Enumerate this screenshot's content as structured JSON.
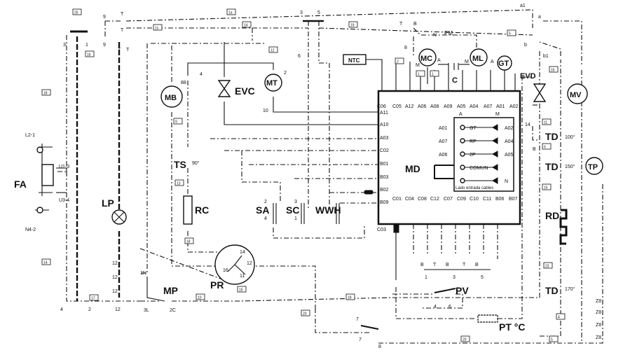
{
  "components": {
    "FA": "FA",
    "LP": "LP",
    "MB": "MB",
    "EVC": "EVC",
    "MT": "MT",
    "NTC": "NTC",
    "MC": "MC",
    "ML": "ML",
    "GT": "GT",
    "EVD": "EVD",
    "MV": "MV",
    "TP": "TP",
    "MD": "MD",
    "TS": "TS",
    "RC": "RC",
    "SA": "SA",
    "SC": "SC",
    "WWH": "WWH",
    "PR": "PR",
    "MP": "MP",
    "PV": "PV",
    "PT": "PT °C",
    "TD": "TD",
    "RD": "RD",
    "C": "C",
    "PM": "PM"
  },
  "temps": {
    "ts": "90°",
    "td1": "100°",
    "td2": "150°",
    "td3": "170°"
  },
  "module_pins": {
    "left": [
      "A11",
      "A10",
      "A03",
      "C02",
      "B01",
      "B03",
      "B02",
      "B09"
    ],
    "top": [
      "C06",
      "C05",
      "A12",
      "A06",
      "A08",
      "A09",
      "A05",
      "A04",
      "A07",
      "A01",
      "A02"
    ],
    "bottom": [
      "C01",
      "C04",
      "C08",
      "C12",
      "C07",
      "C09",
      "C10",
      "C11",
      "B06",
      "B07"
    ],
    "C03": "C03"
  },
  "inner_panel": {
    "col_a": "A",
    "col_m": "M",
    "rows": [
      {
        "left": "A01",
        "label": "GT",
        "right": "A02"
      },
      {
        "left": "A07",
        "label": "RP",
        "right": "A04"
      },
      {
        "left": "A06",
        "label": "2P",
        "right": "A05"
      },
      {
        "left": "",
        "label": "COMUN",
        "right": ""
      },
      {
        "left": "",
        "label": "",
        "right": "N"
      }
    ],
    "caption": "Lado entrada cables"
  },
  "fa_terminals": {
    "l2": "L2-1",
    "u1": "U1-3",
    "u3": "U3-4",
    "n4": "N4-2"
  },
  "pr_terminals": {
    "t14": "14",
    "t16": "16",
    "t12": "12",
    "t11": "11"
  },
  "mp_terminals": {
    "t1n": "1N",
    "t3l": "3L",
    "t2c": "2C"
  },
  "pv_terminals": {
    "t4": "4",
    "t6": "6"
  },
  "pins": {
    "p3a": "3",
    "p1a": "1",
    "p9a": "9",
    "p9b": "9",
    "pTa": "T",
    "pTb": "T",
    "pTc": "T",
    "pTd": "T",
    "p3b": "3",
    "p5b": "5",
    "pTe": "T",
    "pBa": "B",
    "p8a": "8",
    "pNa": "N",
    "pa1": "a1",
    "pa": "a",
    "pb": "b",
    "pb1": "b1",
    "p6": "6",
    "p2": "2",
    "p88": "88",
    "p4a": "4",
    "p10": "10",
    "pMa": "M",
    "pAa": "A",
    "pMb": "M",
    "pAb": "A",
    "p14": "14",
    "pB2": "B",
    "p2s": "2",
    "p4s": "4",
    "p3s": "3",
    "p1s": "1",
    "p12a": "12",
    "p12b": "12",
    "p12c": "12",
    "p12d": "12",
    "p4b": "4",
    "p2b": "2",
    "pB3": "B",
    "pT3": "T",
    "pB4": "B",
    "pT4": "T",
    "pB5": "B",
    "p1e": "1",
    "p3e": "3",
    "p5e": "5",
    "p7a": "7",
    "p7b": "7",
    "p8b": "8",
    "pz1": "Z8",
    "pz2": "Z8",
    "pz3": "Z8",
    "pz4": "Z8"
  },
  "wire_tags": {
    "t1": "25",
    "t2": "1b",
    "t3": "1s",
    "t4": "18",
    "t5": "1a",
    "t6": "14",
    "t7": "19",
    "t8": "2",
    "t9": "1",
    "t10": "1",
    "t11": "12",
    "t12": "9",
    "t13": "13",
    "t14": "18",
    "t15": "17",
    "t16": "10",
    "t17": "18",
    "t18": "20",
    "t19": "20",
    "t20": "14",
    "t21": "11",
    "t22": "6",
    "t23": "15",
    "t24": "16",
    "t25": "5",
    "t26": "23",
    "t27": "4",
    "t28": "5",
    "t29": "16"
  }
}
